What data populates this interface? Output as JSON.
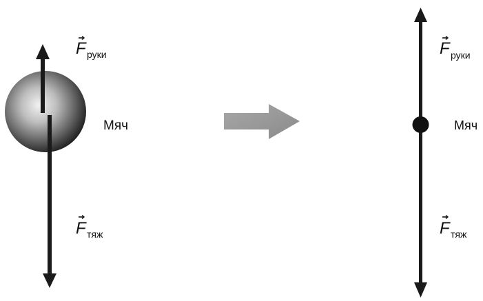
{
  "left_panel": {
    "ball_label": "Мяч",
    "force_up": {
      "symbol": "F",
      "subscript": "руки"
    },
    "force_down": {
      "symbol": "F",
      "subscript": "тяж"
    }
  },
  "right_panel": {
    "point_label": "Мяч",
    "force_up": {
      "symbol": "F",
      "subscript": "руки"
    },
    "force_down": {
      "symbol": "F",
      "subscript": "тяж"
    }
  },
  "colors": {
    "arrow": "#1a1a1a",
    "ball_highlight": "#e8e8e8",
    "ball_shadow": "#1c1c1c",
    "transition_arrow": "#9a9a9a"
  },
  "icons": {
    "transition": "right-arrow-icon"
  }
}
